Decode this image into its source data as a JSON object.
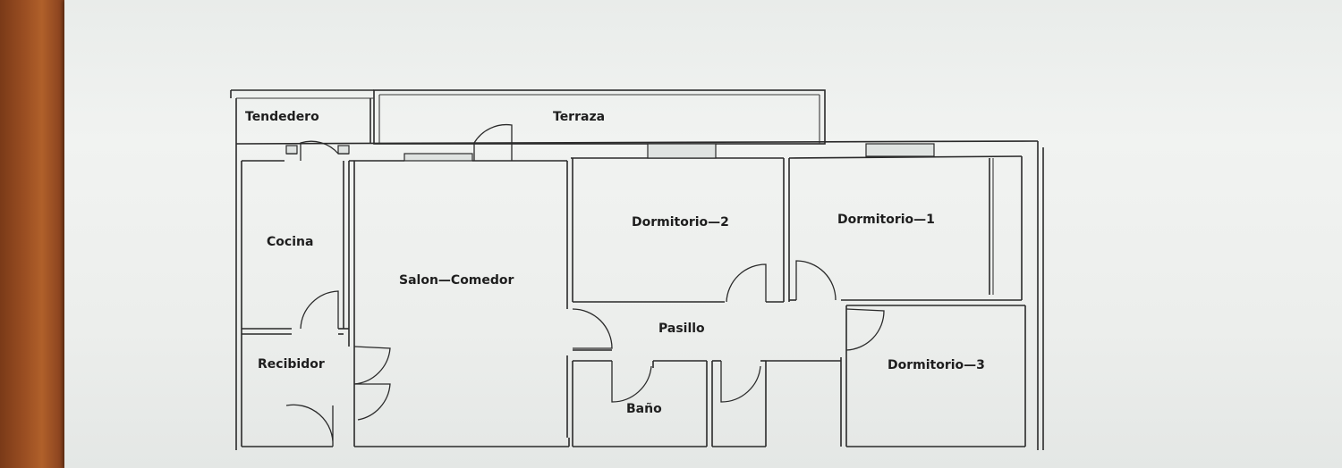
{
  "rooms": {
    "tendedero": "Tendedero",
    "terraza": "Terraza",
    "cocina": "Cocina",
    "salon": "Salon—Comedor",
    "dormitorio2": "Dormitorio—2",
    "dormitorio1": "Dormitorio—1",
    "pasillo": "Pasillo",
    "recibidor": "Recibidor",
    "bano": "Baño",
    "dormitorio3": "Dormitorio—3"
  }
}
